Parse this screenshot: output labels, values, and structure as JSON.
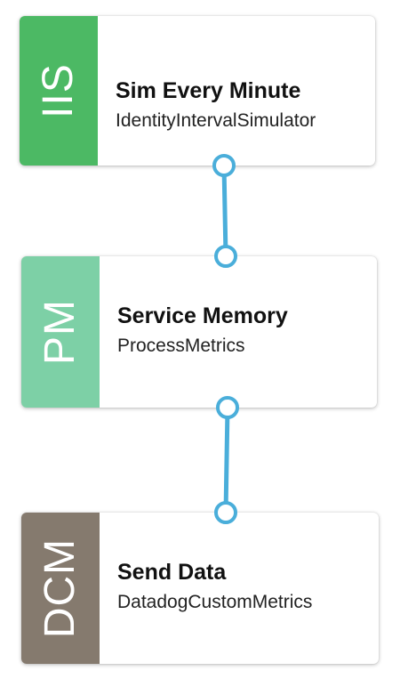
{
  "nodes": [
    {
      "badge": "IIS",
      "title": "Sim Every Minute",
      "subtitle": "IdentityIntervalSimulator",
      "color": "#4CB964"
    },
    {
      "badge": "PM",
      "title": "Service Memory",
      "subtitle": "ProcessMetrics",
      "color": "#7DD0A6"
    },
    {
      "badge": "DCM",
      "title": "Send Data",
      "subtitle": "DatadogCustomMetrics",
      "color": "#857A6E"
    }
  ],
  "connector_color": "#4AAEDA",
  "edges": [
    {
      "from": "IIS",
      "to": "PM"
    },
    {
      "from": "PM",
      "to": "DCM"
    }
  ]
}
